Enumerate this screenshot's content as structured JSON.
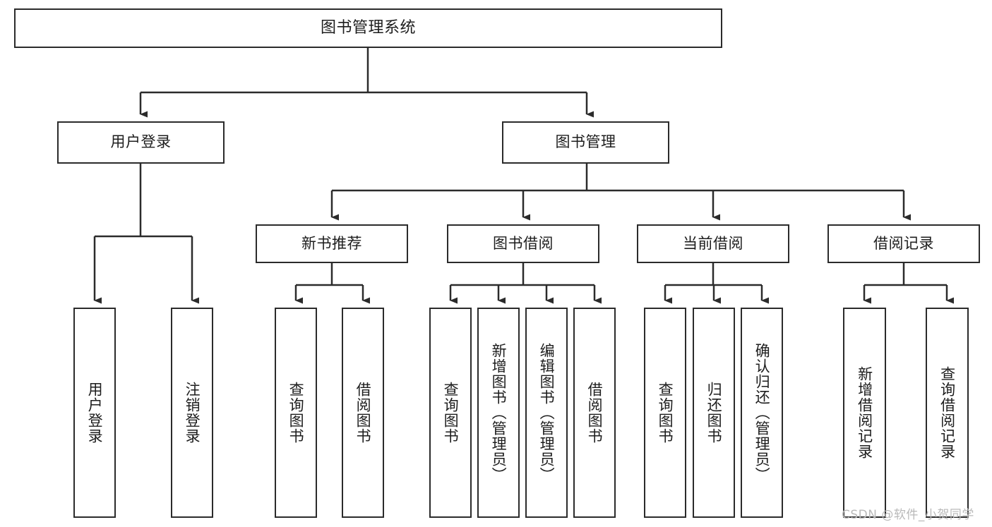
{
  "diagram": {
    "title": "图书管理系统",
    "type": "tree-hierarchy-chart",
    "line_color": "#2b2b2b",
    "box_fill": "#ffffff",
    "text_color": "#1d1d1d",
    "watermark": "CSDN @软件_小贺同学"
  },
  "nodes": {
    "root": {
      "label": "图书管理系统"
    },
    "level2": [
      {
        "label": "用户登录"
      },
      {
        "label": "图书管理"
      }
    ],
    "level3": [
      {
        "label": "新书推荐"
      },
      {
        "label": "图书借阅"
      },
      {
        "label": "当前借阅"
      },
      {
        "label": "借阅记录"
      }
    ],
    "leaves": {
      "user_login": [
        {
          "label": "用户登录"
        },
        {
          "label": "注销登录"
        }
      ],
      "new_book_recommend": [
        {
          "label": "查询图书"
        },
        {
          "label": "借阅图书"
        }
      ],
      "book_borrow": [
        {
          "label": "查询图书"
        },
        {
          "label": "新增图书（管理员）"
        },
        {
          "label": "编辑图书（管理员）"
        },
        {
          "label": "借阅图书"
        }
      ],
      "current_borrow": [
        {
          "label": "查询图书"
        },
        {
          "label": "归还图书"
        },
        {
          "label": "确认归还（管理员）"
        }
      ],
      "borrow_record": [
        {
          "label": "新增借阅记录"
        },
        {
          "label": "查询借阅记录"
        }
      ]
    }
  }
}
